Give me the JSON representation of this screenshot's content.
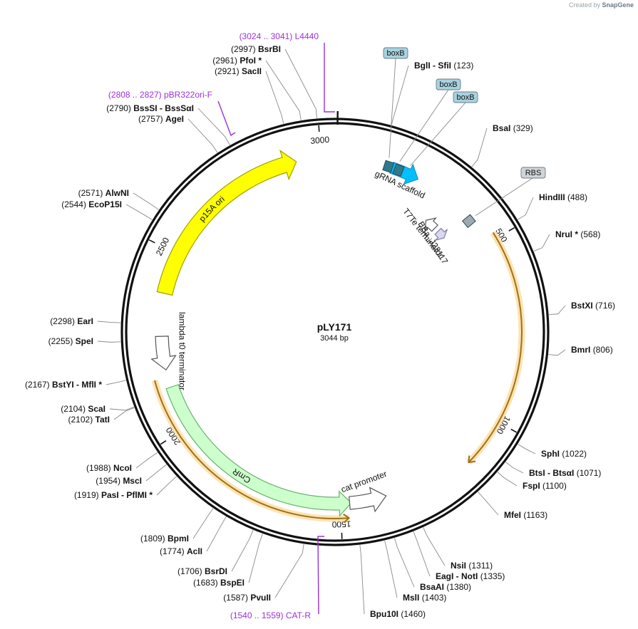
{
  "map": {
    "name": "pLY171",
    "length_label": "3044 bp",
    "total_bp": 3044
  },
  "credit": {
    "prefix": "Created by",
    "brand": "SnapGene"
  },
  "ticks": [
    {
      "bp": 500,
      "label": "500"
    },
    {
      "bp": 1000,
      "label": "1000"
    },
    {
      "bp": 1500,
      "label": "1500"
    },
    {
      "bp": 2000,
      "label": "2000"
    },
    {
      "bp": 2500,
      "label": "2500"
    },
    {
      "bp": 3000,
      "label": "3000"
    }
  ],
  "features": [
    {
      "id": "p15a-ori",
      "label": "p15A ori",
      "start": 2385,
      "end": 2930,
      "direction": 1,
      "color": "#ffff00",
      "border": "#a0a000",
      "ring": 0,
      "text_inside": true
    },
    {
      "id": "cmr",
      "label": "CmR",
      "start": 1470,
      "end": 2120,
      "direction": -1,
      "color": "#ccffcc",
      "border": "#6ab06a",
      "ring": 0,
      "text_inside": true
    },
    {
      "id": "lambda-t0",
      "label": "lambda t0 terminator",
      "start": 2170,
      "end": 2265,
      "direction": -1,
      "color": "#ffffff",
      "border": "#555555",
      "ring": 0,
      "text_inside": false
    },
    {
      "id": "cat-promoter",
      "label": "cat promoter",
      "start": 1370,
      "end": 1475,
      "direction": -1,
      "color": "#ffffff",
      "border": "#555555",
      "ring": 0,
      "text_inside": false
    },
    {
      "id": "gRNA-scaffold",
      "label": "gRNA scaffold",
      "start": 155,
      "end": 235,
      "direction": 1,
      "color": "#00bfff",
      "border": "#2090c0",
      "ring": 0,
      "text_inside": false
    },
    {
      "id": "t7te",
      "label": "T7Te terminator",
      "start": 325,
      "end": 365,
      "direction": -1,
      "color": "#ffffff",
      "border": "#555555",
      "ring": 0,
      "text_inside": false
    },
    {
      "id": "bba-j23117",
      "label": "BBa_J23117",
      "start": 380,
      "end": 410,
      "direction": 1,
      "color": "#d8d8f0",
      "border": "#7f7fa8",
      "ring": 0,
      "text_inside": false
    }
  ],
  "orf": {
    "start": 483,
    "end": 1130,
    "direction": 1,
    "color": "#f5a623"
  },
  "orf2": {
    "start": 1480,
    "end": 2150,
    "direction": -1,
    "color": "#f5a623"
  },
  "small_boxes": [
    {
      "id": "boxb-1",
      "label": "boxB",
      "bp": 145,
      "color": "#2e7a8c"
    },
    {
      "id": "boxb-2",
      "label": "boxB",
      "bp": 175,
      "color": "#2e7a8c"
    },
    {
      "id": "rbs",
      "label": "RBS",
      "bp": 420,
      "color": "#a0a8b0"
    }
  ],
  "callouts": [
    {
      "id": "boxb-a",
      "text": "boxB",
      "bp": 140
    },
    {
      "id": "boxb-b",
      "text": "boxB",
      "bp": 170
    },
    {
      "id": "boxb-c",
      "text": "boxB",
      "bp": 200
    },
    {
      "id": "rbs-c",
      "text": "RBS",
      "bp": 420
    }
  ],
  "primers": [
    {
      "id": "l4440",
      "name": "L4440",
      "range": "(3024 .. 3041)",
      "bp": 3032,
      "side": "left"
    },
    {
      "id": "pbr322ori-f",
      "name": "pBR322ori-F",
      "range": "(2808 .. 2827)",
      "bp": 2818,
      "side": "left"
    },
    {
      "id": "cat-r",
      "name": "CAT-R",
      "range": "(1540 .. 1559)",
      "bp": 1550,
      "side": "left"
    }
  ],
  "sites": [
    {
      "id": "bsrbi",
      "name": "BsrBI",
      "pos": "(2997)",
      "bp": 2997,
      "side": "left"
    },
    {
      "id": "pfoi",
      "name": "PfoI *",
      "pos": "(2961)",
      "bp": 2961,
      "side": "left"
    },
    {
      "id": "sacii",
      "name": "SacII",
      "pos": "(2921)",
      "bp": 2921,
      "side": "left"
    },
    {
      "id": "bsssi",
      "name": "BssSI  -  BssSαI",
      "pos": "(2790)",
      "bp": 2790,
      "side": "left"
    },
    {
      "id": "agei",
      "name": "AgeI",
      "pos": "(2757)",
      "bp": 2757,
      "side": "left"
    },
    {
      "id": "alwni",
      "name": "AlwNI",
      "pos": "(2571)",
      "bp": 2571,
      "side": "left"
    },
    {
      "id": "ecop15i",
      "name": "EcoP15I",
      "pos": "(2544)",
      "bp": 2544,
      "side": "left"
    },
    {
      "id": "eari",
      "name": "EarI",
      "pos": "(2298)",
      "bp": 2298,
      "side": "left"
    },
    {
      "id": "spei",
      "name": "SpeI",
      "pos": "(2255)",
      "bp": 2255,
      "side": "left"
    },
    {
      "id": "bstyi",
      "name": "BstYI  -  MflI *",
      "pos": "(2167)",
      "bp": 2167,
      "side": "left"
    },
    {
      "id": "scai",
      "name": "ScaI",
      "pos": "(2104)",
      "bp": 2104,
      "side": "left"
    },
    {
      "id": "tati",
      "name": "TatI",
      "pos": "(2102)",
      "bp": 2102,
      "side": "left"
    },
    {
      "id": "ncoi",
      "name": "NcoI",
      "pos": "(1988)",
      "bp": 1988,
      "side": "left"
    },
    {
      "id": "msci",
      "name": "MscI",
      "pos": "(1954)",
      "bp": 1954,
      "side": "left"
    },
    {
      "id": "pasi",
      "name": "PasI  -  PflMI *",
      "pos": "(1919)",
      "bp": 1919,
      "side": "left"
    },
    {
      "id": "bpmi",
      "name": "BpmI",
      "pos": "(1809)",
      "bp": 1809,
      "side": "left"
    },
    {
      "id": "acli",
      "name": "AclI",
      "pos": "(1774)",
      "bp": 1774,
      "side": "left"
    },
    {
      "id": "bsrdi",
      "name": "BsrDI",
      "pos": "(1706)",
      "bp": 1706,
      "side": "left"
    },
    {
      "id": "bspei",
      "name": "BspEI",
      "pos": "(1683)",
      "bp": 1683,
      "side": "left"
    },
    {
      "id": "pvuii",
      "name": "PvuII",
      "pos": "(1587)",
      "bp": 1587,
      "side": "left"
    },
    {
      "id": "bpu10i",
      "name": "Bpu10I",
      "pos": "(1460)",
      "bp": 1460,
      "side": "right"
    },
    {
      "id": "msli",
      "name": "MslI",
      "pos": "(1403)",
      "bp": 1403,
      "side": "right"
    },
    {
      "id": "bsaai",
      "name": "BsaAI",
      "pos": "(1380)",
      "bp": 1380,
      "side": "right"
    },
    {
      "id": "eagi",
      "name": "EagI  -  NotI",
      "pos": "(1335)",
      "bp": 1335,
      "side": "right"
    },
    {
      "id": "nsii",
      "name": "NsiI",
      "pos": "(1311)",
      "bp": 1311,
      "side": "right"
    },
    {
      "id": "mfei",
      "name": "MfeI",
      "pos": "(1163)",
      "bp": 1163,
      "side": "right"
    },
    {
      "id": "fspi",
      "name": "FspI",
      "pos": "(1100)",
      "bp": 1100,
      "side": "right"
    },
    {
      "id": "btsi",
      "name": "BtsI  -  BtsαI",
      "pos": "(1071)",
      "bp": 1071,
      "side": "right"
    },
    {
      "id": "sphi",
      "name": "SphI",
      "pos": "(1022)",
      "bp": 1022,
      "side": "right"
    },
    {
      "id": "bmri",
      "name": "BmrI",
      "pos": "(806)",
      "bp": 806,
      "side": "right"
    },
    {
      "id": "bstxi",
      "name": "BstXI",
      "pos": "(716)",
      "bp": 716,
      "side": "right"
    },
    {
      "id": "nrui",
      "name": "NruI *",
      "pos": "(568)",
      "bp": 568,
      "side": "right"
    },
    {
      "id": "hindiii",
      "name": "HindIII",
      "pos": "(488)",
      "bp": 488,
      "side": "right"
    },
    {
      "id": "bsai",
      "name": "BsaI",
      "pos": "(329)",
      "bp": 329,
      "side": "right"
    },
    {
      "id": "bgli",
      "name": "BglI  -  SfiI",
      "pos": "(123)",
      "bp": 123,
      "side": "right"
    }
  ]
}
